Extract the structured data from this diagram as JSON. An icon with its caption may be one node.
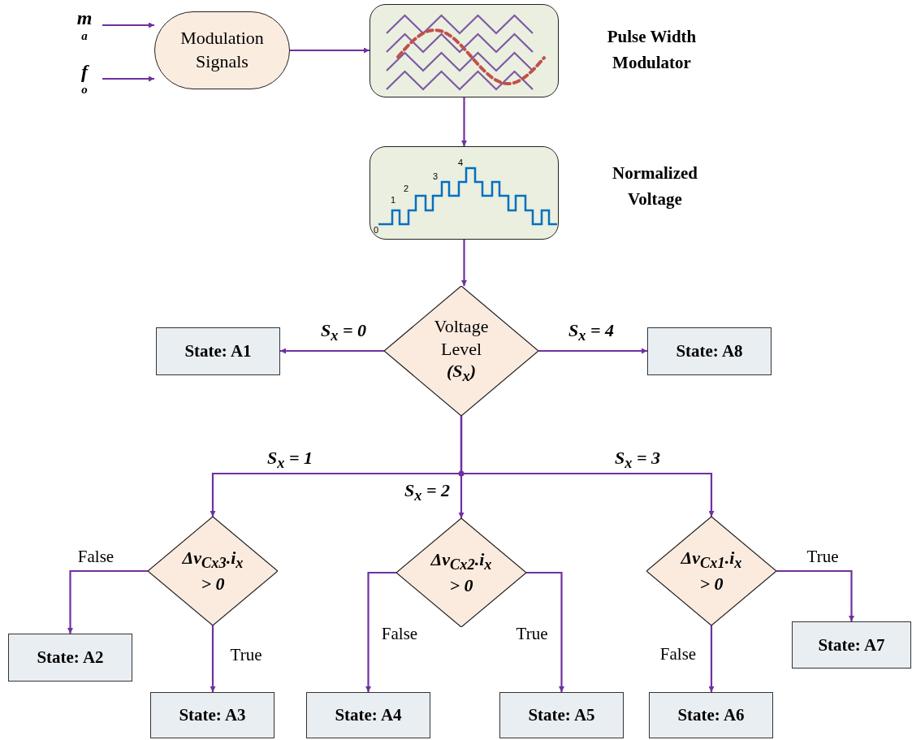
{
  "diagram": {
    "nodes": [
      {
        "text": [
          "m$_{a}$"
        ]
      },
      {
        "text": [
          "f$_{o}$"
        ]
      },
      {
        "text": [
          "Modulation Signals"
        ]
      },
      {
        "text": [],
        "shape": "picture",
        "beside": [
          "Pulse Width Modulator"
        ]
      },
      {
        "text": [],
        "shape": "picture",
        "beside": [
          "Normalized Voltage"
        ]
      },
      {
        "text": [
          "Voltage Level",
          "(S$_{x}$)"
        ]
      },
      {
        "text": [
          "State: A1"
        ]
      },
      {
        "text": [
          "State: A8"
        ]
      },
      {
        "text": [
          "Δv$_{Cx3}$.i$_{x}$ > 0"
        ]
      },
      {
        "text": [
          "Δv$_{Cx2}$.i$_{x}$ > 0"
        ]
      },
      {
        "text": [
          "Δv$_{Cx1}$.i$_{x}$ > 0"
        ]
      },
      {
        "text": [
          "State: A2"
        ]
      },
      {
        "text": [
          "State: A3"
        ]
      },
      {
        "text": [
          "State: A4"
        ]
      },
      {
        "text": [
          "State: A5"
        ]
      },
      {
        "text": [
          "State: A6"
        ]
      },
      {
        "text": [
          "State: A7"
        ]
      }
    ],
    "edges": [
      {
        "from": 0,
        "to": 2,
        "arrow": "to"
      },
      {
        "from": 1,
        "to": 2,
        "arrow": "to"
      },
      {
        "from": 2,
        "to": 3,
        "arrow": "to"
      },
      {
        "from": 3,
        "to": 4,
        "arrow": "to"
      },
      {
        "from": 4,
        "to": 5,
        "arrow": "to"
      },
      {
        "from": 5,
        "to": 6,
        "arrow": "to",
        "label": "S$_{x}$ = 0"
      },
      {
        "from": 5,
        "to": 7,
        "arrow": "to",
        "label": "S$_{x}$ = 4"
      },
      {
        "from": 5,
        "to": 8,
        "arrow": "to",
        "label": "S$_{x}$ = 1"
      },
      {
        "from": 5,
        "to": 9,
        "arrow": "to",
        "label": "S$_{x}$ = 2"
      },
      {
        "from": 5,
        "to": 10,
        "arrow": "to",
        "label": "S$_{x}$ = 3"
      },
      {
        "from": 8,
        "to": 11,
        "arrow": "to",
        "label": "False"
      },
      {
        "from": 8,
        "to": 12,
        "arrow": "to",
        "label": "True"
      },
      {
        "from": 9,
        "to": 13,
        "arrow": "to",
        "label": "False"
      },
      {
        "from": 9,
        "to": 14,
        "arrow": "to",
        "label": "True"
      },
      {
        "from": 10,
        "to": 15,
        "arrow": "to",
        "label": "False"
      },
      {
        "from": 10,
        "to": 16,
        "arrow": "to",
        "label": "True"
      }
    ],
    "labels": [
      "4",
      "3",
      "2",
      "1",
      "0"
    ]
  }
}
